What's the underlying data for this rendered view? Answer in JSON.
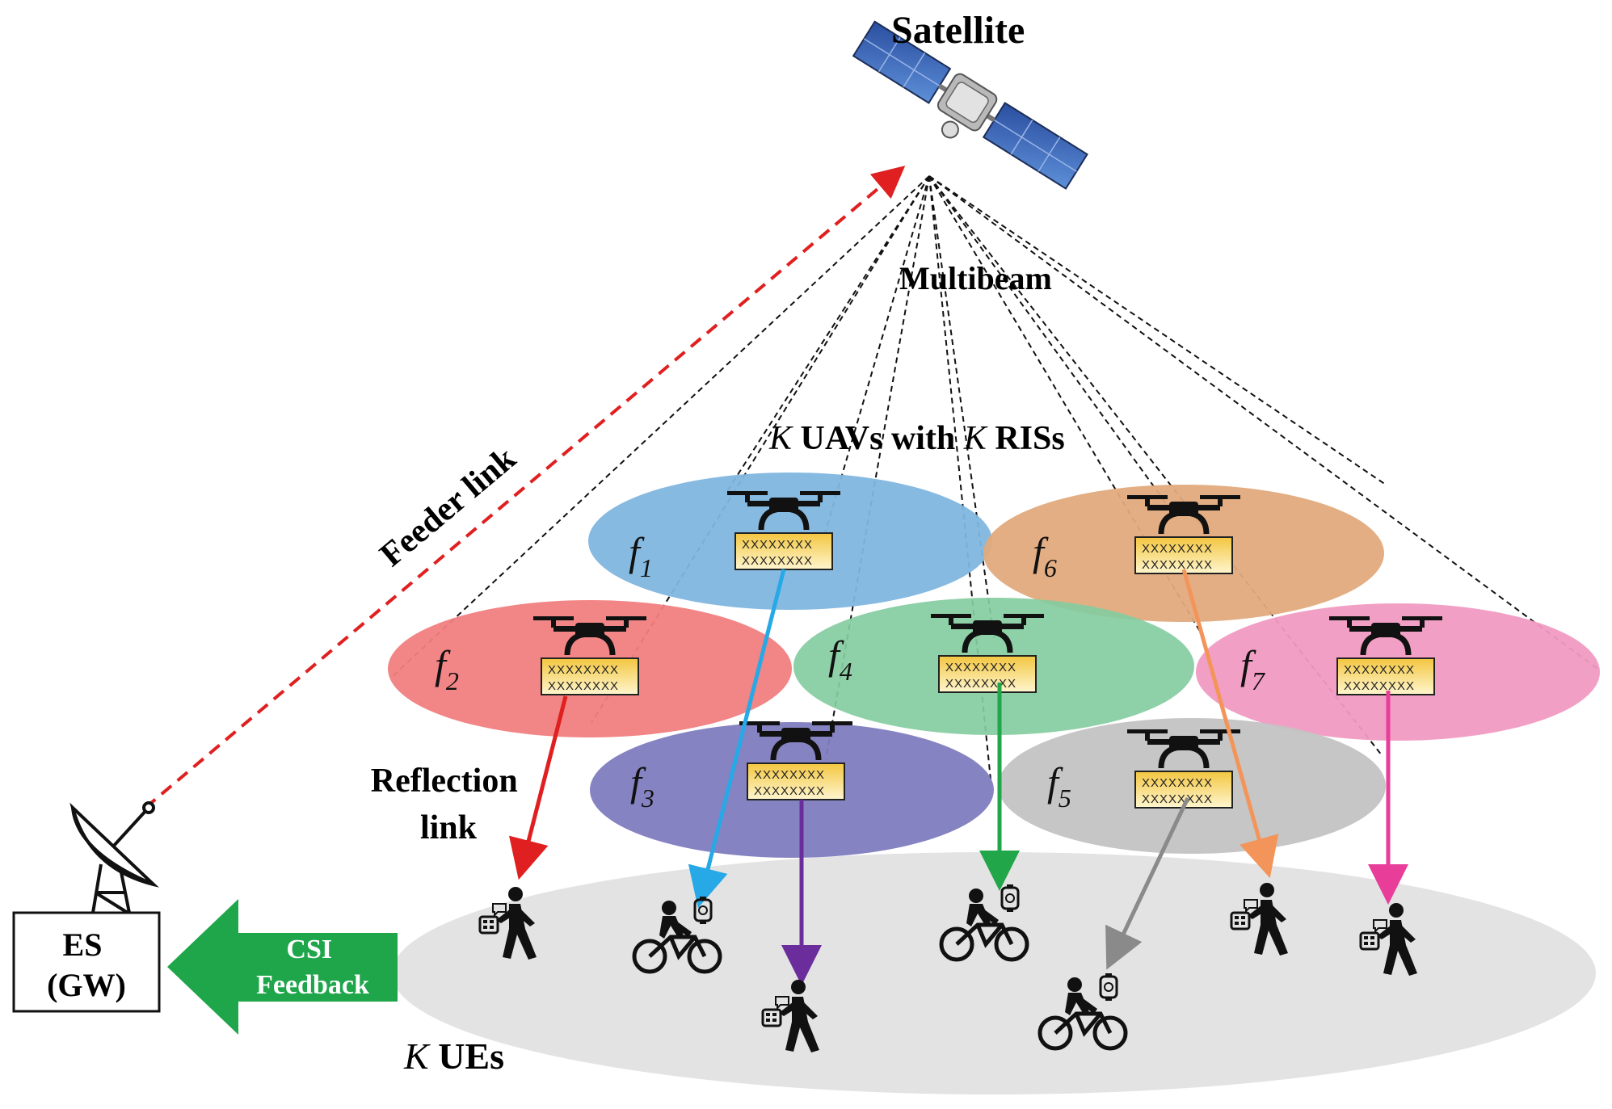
{
  "labels": {
    "satellite": "Satellite",
    "multibeam": "Multibeam",
    "feeder_link": "Feeder link",
    "uav_prefix": "K",
    "uav_mid": " UAVs with ",
    "uav_k2": "K",
    "uav_suffix": " RISs",
    "reflection_line1": "Reflection",
    "reflection_line2": "link",
    "es_line1": "ES",
    "es_line2": "(GW)",
    "csi_line1": "CSI",
    "csi_line2": "Feedback",
    "ue_prefix": "K",
    "ue_suffix": " UEs"
  },
  "cells": [
    {
      "f": "f",
      "sub": "1",
      "color": "#7fb6df"
    },
    {
      "f": "f",
      "sub": "2",
      "color": "#f17e7e"
    },
    {
      "f": "f",
      "sub": "3",
      "color": "#7f7cbf"
    },
    {
      "f": "f",
      "sub": "4",
      "color": "#84cc9f"
    },
    {
      "f": "f",
      "sub": "5",
      "color": "#c3c3c3"
    },
    {
      "f": "f",
      "sub": "6",
      "color": "#e2aa7c"
    },
    {
      "f": "f",
      "sub": "7",
      "color": "#f19ac2"
    }
  ],
  "ris_text": "XXXXXXXX",
  "colors": {
    "feeder": "#e02020",
    "csi_arrow": "#1fa64a",
    "ground": "#e3e3e3",
    "links": [
      "#e02020",
      "#26a9e6",
      "#6b2d9c",
      "#22a64a",
      "#8a8a8a",
      "#f3955a",
      "#e83e9a"
    ]
  },
  "ue_types": [
    "pedestrian",
    "cyclist",
    "pedestrian",
    "cyclist",
    "cyclist",
    "pedestrian",
    "pedestrian"
  ]
}
